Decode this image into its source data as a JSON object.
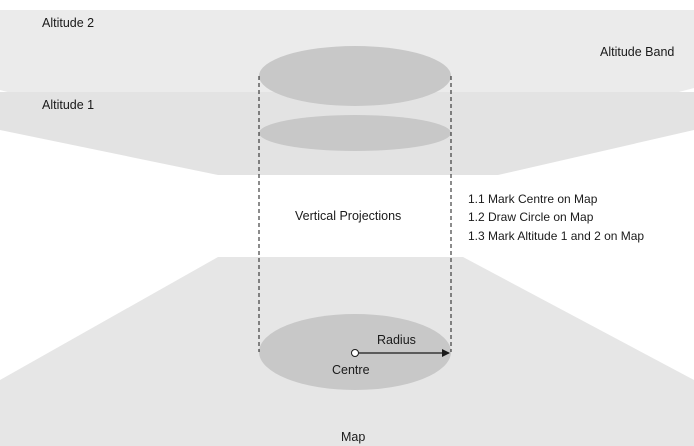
{
  "labels": {
    "altitude_2": "Altitude 2",
    "altitude_1": "Altitude 1",
    "altitude_band": "Altitude Band",
    "vertical_projections": "Vertical Projections",
    "radius": "Radius",
    "centre": "Centre",
    "map": "Map"
  },
  "steps": [
    "1.1 Mark Centre on Map",
    "1.2 Draw Circle on Map",
    "1.3 Mark Altitude 1 and 2 on Map"
  ],
  "colors": {
    "plane_upper": "#ebebeb",
    "plane_lower": "#e3e3e3",
    "map_plane": "#e6e6e6",
    "disc": "#c8c8c8",
    "line": "#1a1a1a"
  }
}
